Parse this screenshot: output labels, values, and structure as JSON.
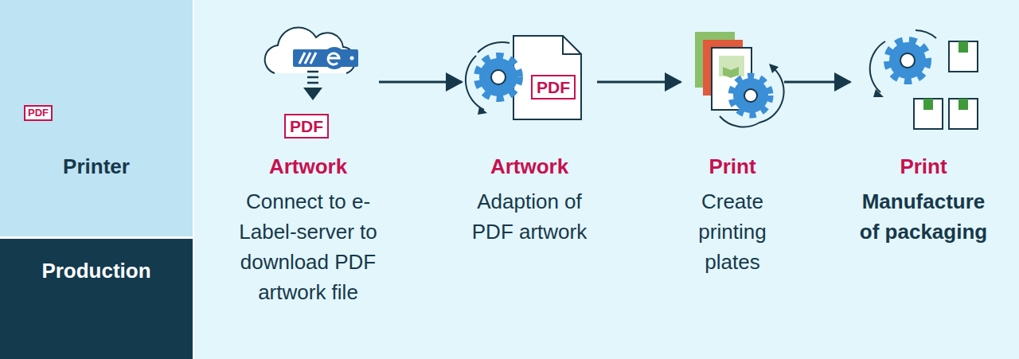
{
  "diagram": {
    "nodes": [
      {
        "text": [
          "Printer"
        ]
      },
      {
        "text": [
          "Production"
        ]
      },
      {
        "text": [
          "Artwork",
          "Connect to e-Label-server to download PDF artwork file"
        ]
      },
      {
        "text": [
          "Artwork",
          "Adaption of PDF artwork"
        ]
      },
      {
        "text": [
          "Print",
          "Create printing plates"
        ]
      },
      {
        "text": [
          "Print",
          "Manufacture of packaging"
        ]
      }
    ],
    "edges": [
      {
        "from": 2,
        "to": 3,
        "arrow": "to"
      },
      {
        "from": 3,
        "to": 4,
        "arrow": "to"
      },
      {
        "from": 4,
        "to": 5,
        "arrow": "to"
      }
    ],
    "labels": [
      "PDF",
      "PDF",
      "PDF"
    ]
  }
}
